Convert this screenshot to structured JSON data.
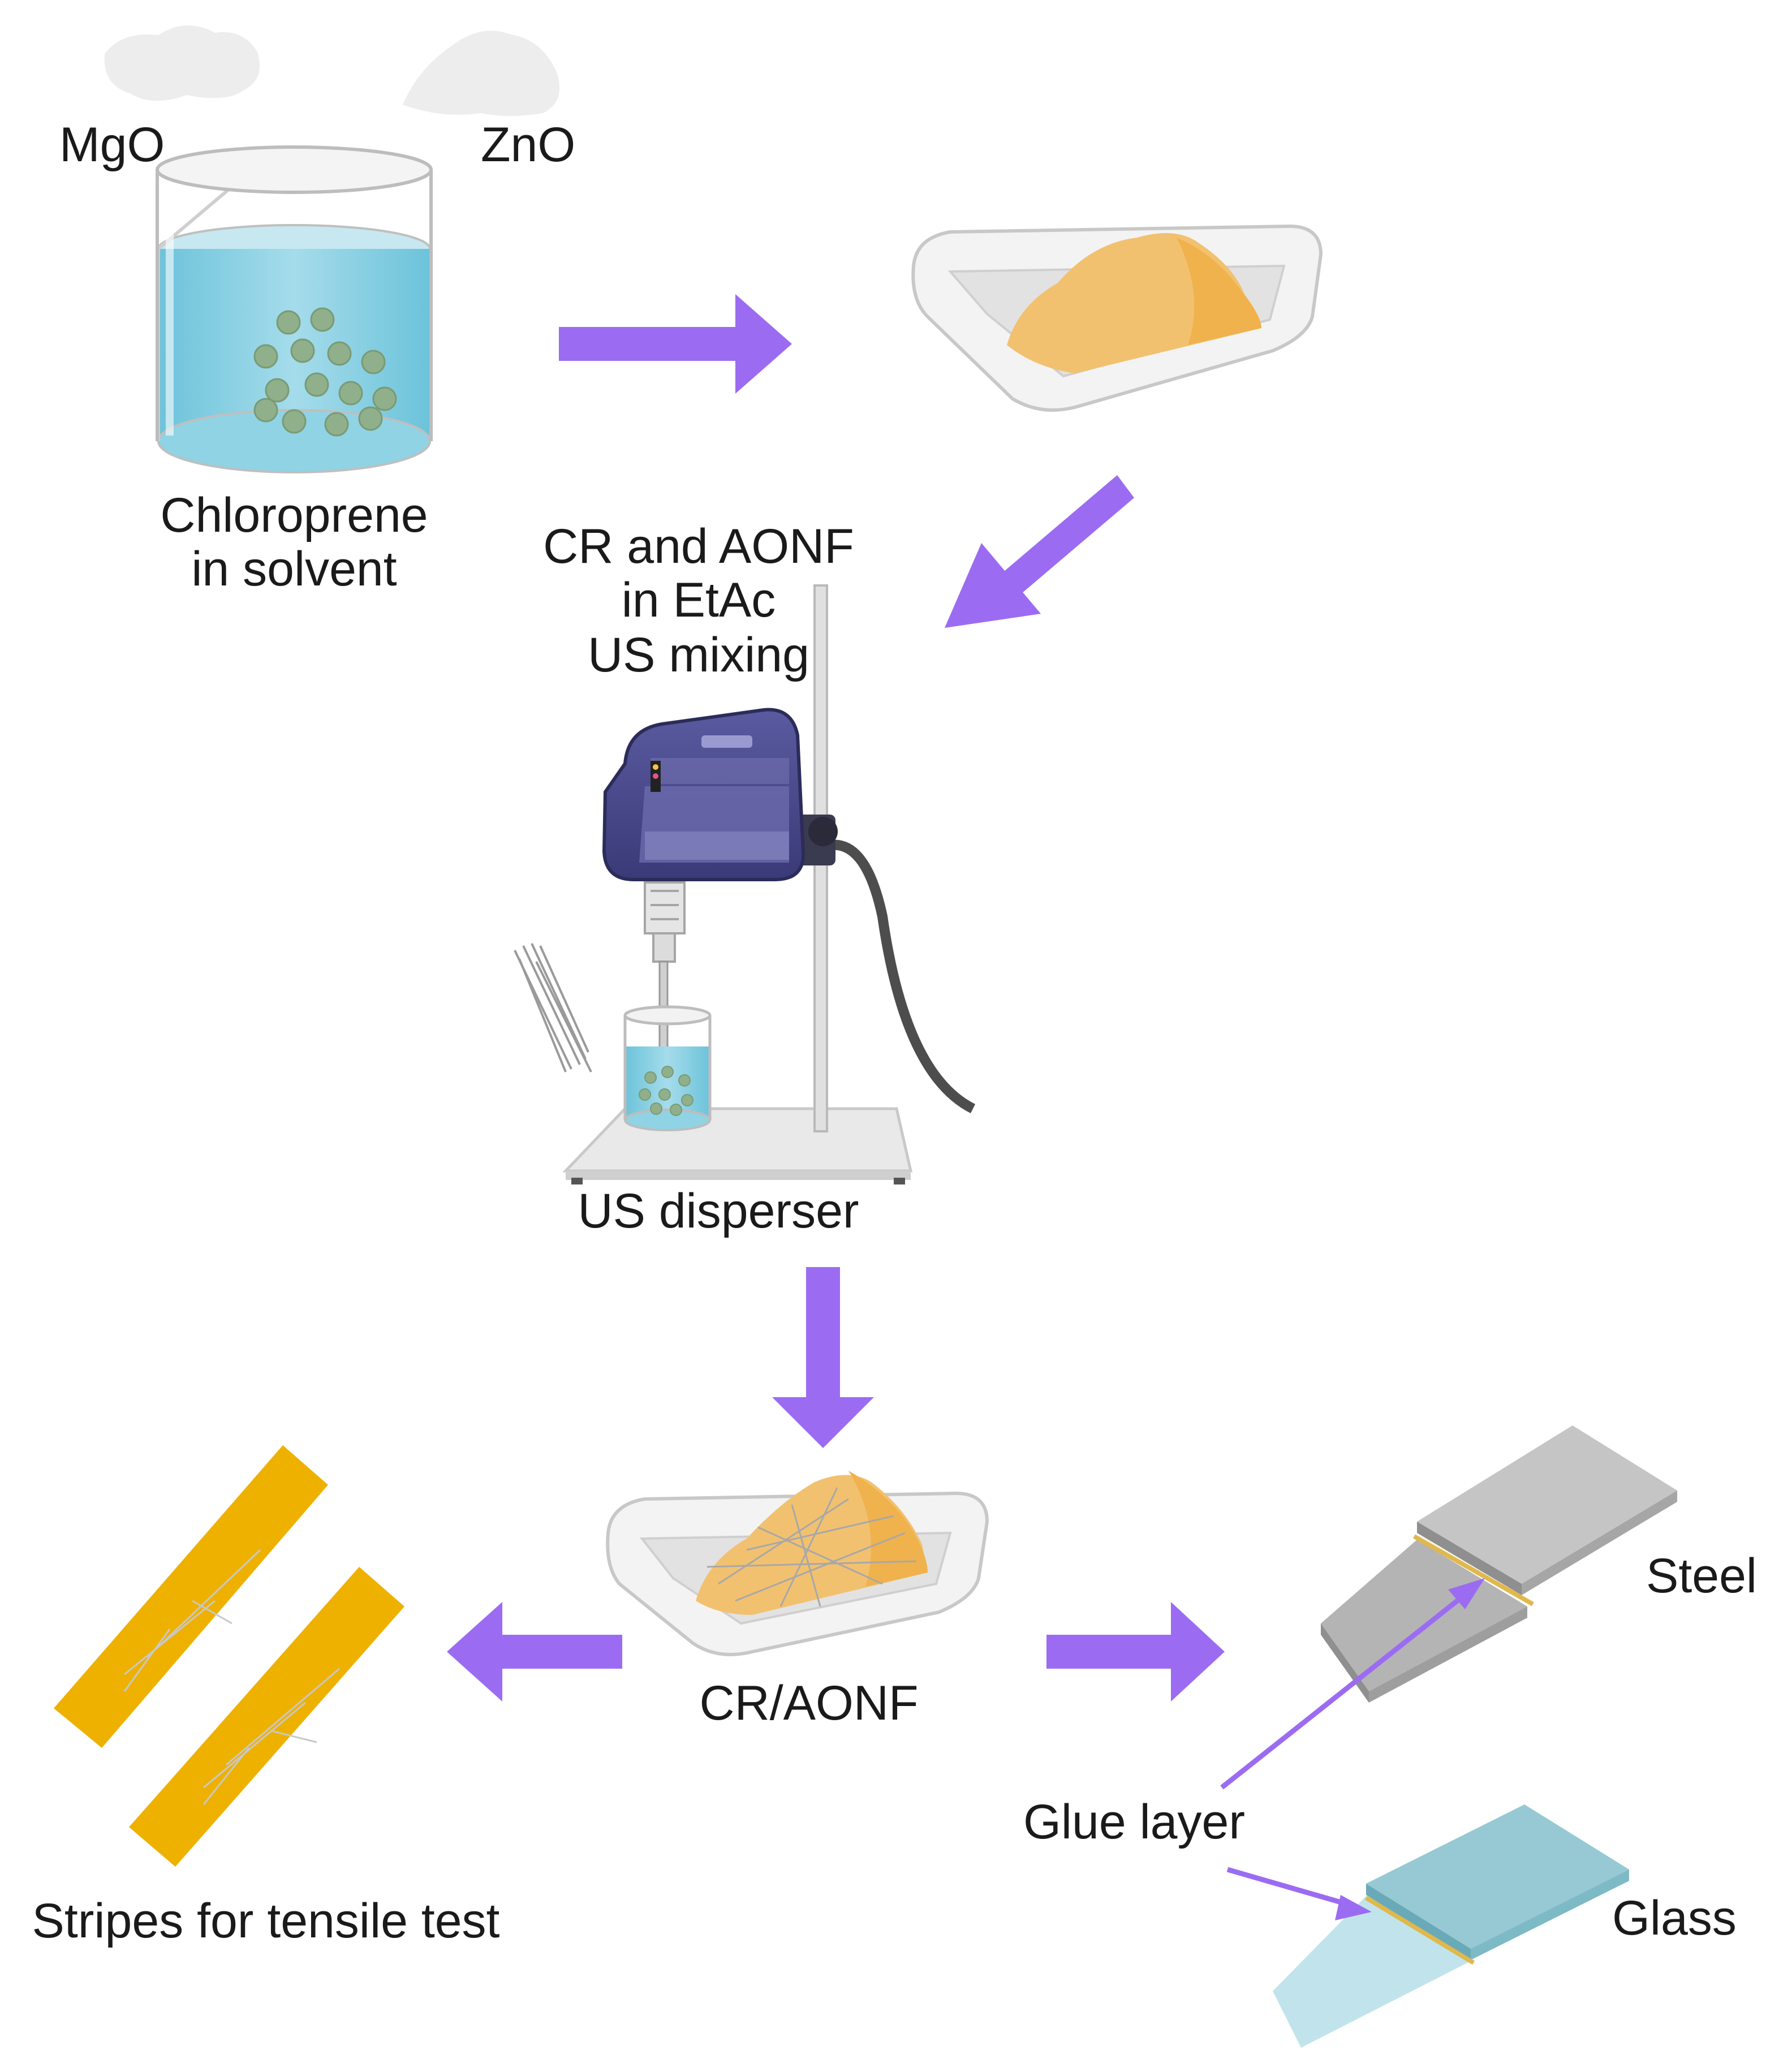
{
  "labels": {
    "mgo": "MgO",
    "zno": "ZnO",
    "chloroprene_line1": "Chloroprene",
    "chloroprene_line2": "in solvent",
    "cr_aonf_line1": "CR and  AONF",
    "cr_aonf_line2": "in EtAc",
    "cr_aonf_line3": "US mixing",
    "us_disperser": "US disperser",
    "cr_aonf_product": "CR/AONF",
    "stripes": "Stripes for tensile test",
    "glue_layer": "Glue layer",
    "steel": "Steel",
    "glass": "Glass"
  },
  "colors": {
    "arrow": "#9b6cf2",
    "liquid": "#8fd3e4",
    "particle": "#8fb08a",
    "rubber": "#f2c170",
    "strip": "#eeb100",
    "steel": "#b9b9b9",
    "glass": "#9fd0dc",
    "device": "#4a4a8c"
  }
}
